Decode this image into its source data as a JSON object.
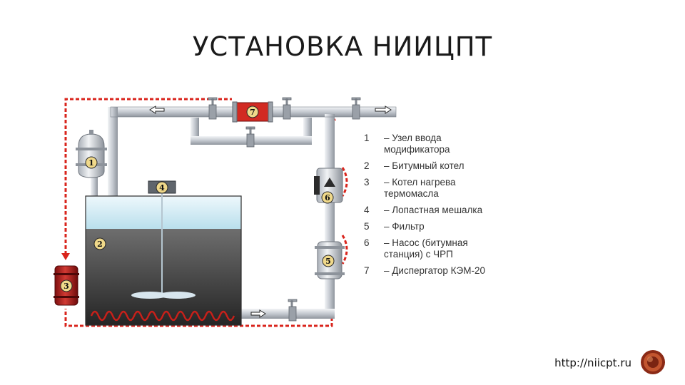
{
  "slide": {
    "title": "УСТАНОВКА НИИЦПТ",
    "url": "http://niicpt.ru"
  },
  "markers": [
    "1",
    "2",
    "3",
    "4",
    "5",
    "6",
    "7"
  ],
  "legend": [
    {
      "num": "1",
      "text": "– Узел ввода модификатора"
    },
    {
      "num": "2",
      "text": "– Битумный котел"
    },
    {
      "num": "3",
      "text": "– Котел нагрева термомасла"
    },
    {
      "num": "4",
      "text": "– Лопастная мешалка"
    },
    {
      "num": "5",
      "text": "– Фильтр"
    },
    {
      "num": "6",
      "text": "– Насос (битумная станция) с ЧРП"
    },
    {
      "num": "7",
      "text": "– Диспергатор КЭМ-20"
    }
  ],
  "colors": {
    "pipe": "#c7ccd3",
    "heat_line": "#d9241c",
    "bitumen": "#3f3f3f",
    "marker_fill": "#f0d98a"
  }
}
